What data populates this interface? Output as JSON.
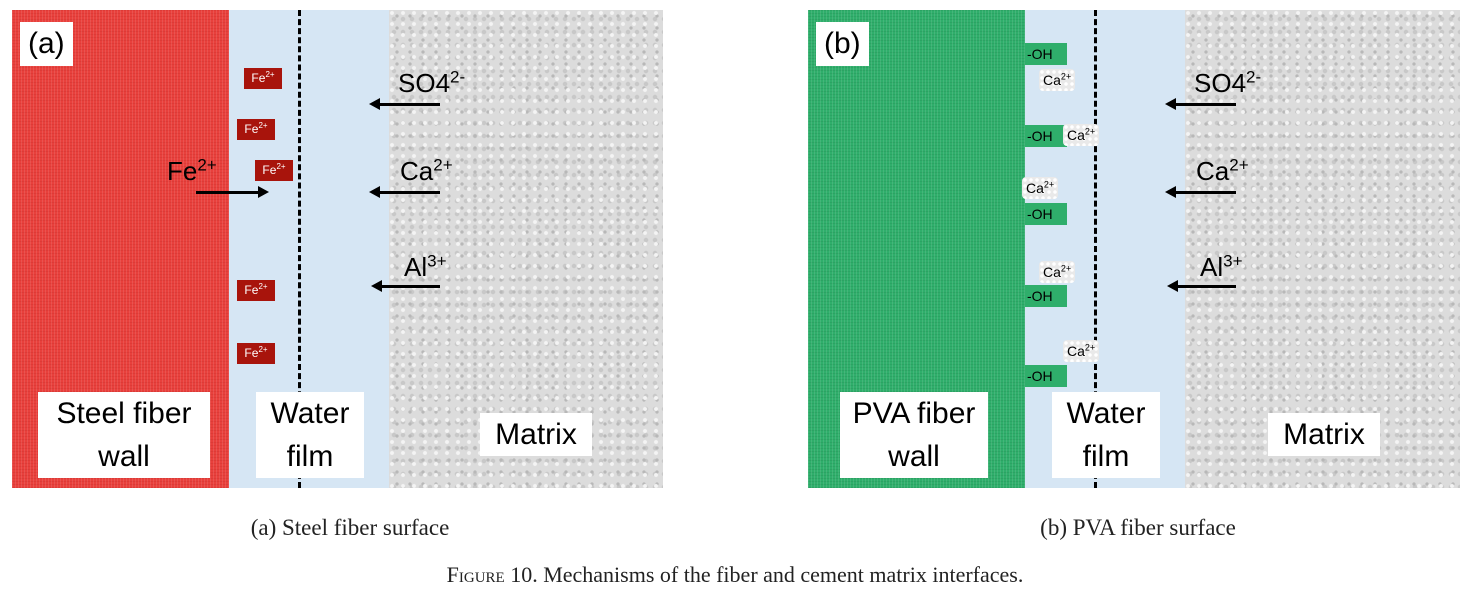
{
  "panel_a": {
    "letter": "(a)",
    "fiber_label_lines": [
      "Steel fiber",
      "wall"
    ],
    "water_label_lines": [
      "Water",
      "film"
    ],
    "matrix_label": "Matrix",
    "released_ion": {
      "base": "Fe",
      "charge": "2+"
    },
    "incoming_ions": [
      {
        "base": "SO",
        "sub": "4",
        "charge": "2-"
      },
      {
        "base": "Ca",
        "charge": "2+"
      },
      {
        "base": "Al",
        "charge": "3+"
      }
    ],
    "fe_markers": [
      {
        "base": "Fe",
        "charge": "2+"
      },
      {
        "base": "Fe",
        "charge": "2+"
      },
      {
        "base": "Fe",
        "charge": "2+"
      },
      {
        "base": "Fe",
        "charge": "2+"
      },
      {
        "base": "Fe",
        "charge": "2+"
      }
    ],
    "colors": {
      "fiber": "#e8403c",
      "water": "#d6e6f4",
      "matrix": "#dcdcdc",
      "fe_marker": "#a8140c"
    }
  },
  "panel_b": {
    "letter": "(b)",
    "fiber_label_lines": [
      "PVA fiber",
      "wall"
    ],
    "water_label_lines": [
      "Water",
      "film"
    ],
    "matrix_label": "Matrix",
    "incoming_ions": [
      {
        "base": "SO",
        "sub": "4",
        "charge": "2-"
      },
      {
        "base": "Ca",
        "charge": "2+"
      },
      {
        "base": "Al",
        "charge": "3+"
      }
    ],
    "oh_groups": [
      "-OH",
      "-OH",
      "-OH",
      "-OH",
      "-OH"
    ],
    "ca_markers": [
      {
        "base": "Ca",
        "charge": "2+"
      },
      {
        "base": "Ca",
        "charge": "2+"
      },
      {
        "base": "Ca",
        "charge": "2+"
      },
      {
        "base": "Ca",
        "charge": "2+"
      },
      {
        "base": "Ca",
        "charge": "2+"
      }
    ],
    "colors": {
      "fiber": "#2fae6b",
      "water": "#d6e6f4",
      "matrix": "#dcdcdc"
    }
  },
  "captions": {
    "a": "(a) Steel fiber surface",
    "b": "(b) PVA fiber surface",
    "figure_label": "Figure 10.",
    "figure_text": " Mechanisms of the fiber and cement matrix interfaces."
  }
}
